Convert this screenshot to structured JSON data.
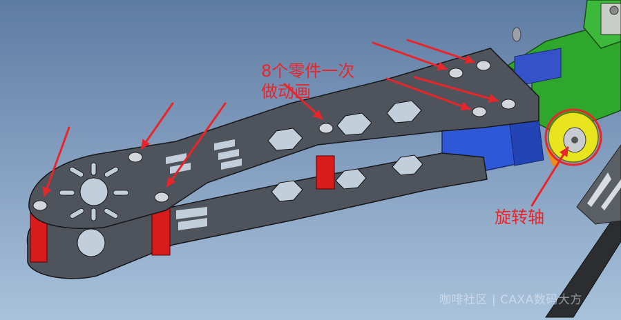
{
  "annotations": {
    "parts_note_line1": "8个零件一次",
    "parts_note_line2": "做动画",
    "pivot_label": "旋转轴"
  },
  "watermark": {
    "left": "咖啡社区",
    "sep": "|",
    "right": "CAXA数码大方"
  },
  "colors": {
    "background_top": "#5e7ba3",
    "background_bottom": "#a9c2db",
    "plate": "#4e535c",
    "standoff": "#d81b1b",
    "motor_mount": "#2f58d8",
    "frame_body": "#2fa62c",
    "bearing": "#e8e41e",
    "annotation": "#e8262a"
  },
  "icons": [
    "annotation-arrow"
  ]
}
